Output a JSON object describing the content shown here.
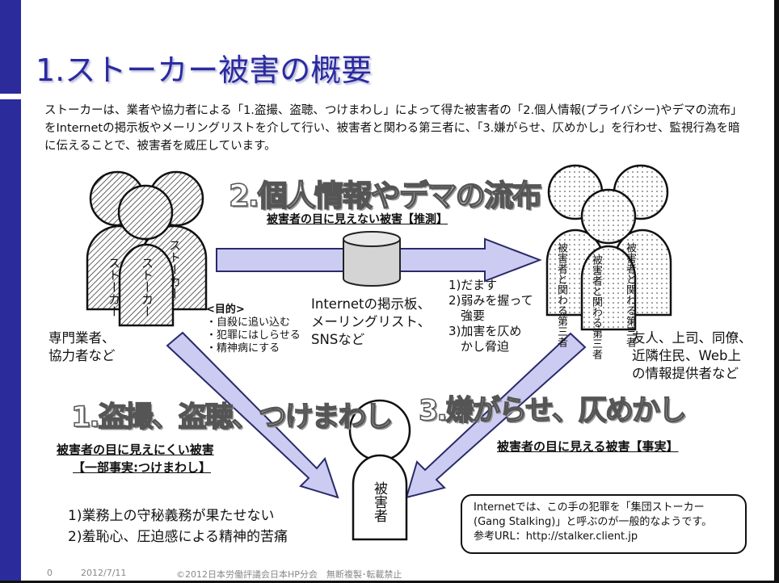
{
  "title": "1.ストーカー被害の概要",
  "intro": "ストーカーは、業者や協力者による「1.盗撮、盗聴、つけまわし」によって得た被害者の「2.個人情報(プライバシー)やデマの流布」をInternetの掲示板やメーリングリストを介して行い、被害者と関わる第三者に、「3.嫌がらせ、仄めかし」を行わせ、監視行為を暗に伝えることで、被害者を威圧しています。",
  "stalkers": {
    "figure_label": "ストーカー",
    "caption": [
      "専門業者、",
      "協力者など"
    ]
  },
  "third_parties": {
    "figure_label": "被害者と関わる第三者",
    "caption": [
      "友人、上司、同僚、",
      "近隣住民、Web上",
      "の情報提供者など"
    ]
  },
  "victim": {
    "label": "被害者"
  },
  "step2": {
    "heading": "2.個人情報やデマの流布",
    "subheading": "被害者の目に見えない被害【推測】"
  },
  "internet": {
    "lines": [
      "Internetの掲示板、",
      "メーリングリスト、",
      "SNSなど"
    ]
  },
  "purpose": {
    "heading": "<目的>",
    "items": [
      "・自殺に追い込む",
      "・犯罪にはしらせる",
      "・精神病にする"
    ]
  },
  "methods": {
    "lines": [
      "1)だます",
      "2)弱みを握って",
      "　強要",
      "3)加害を仄め",
      "　かし脅迫"
    ]
  },
  "step1": {
    "heading": "1.盗撮、盗聴、つけまわし",
    "subheading": "被害者の目に見えにくい被害",
    "subheading2": "【一部事実:つけまわし】"
  },
  "step3": {
    "heading": "3.嫌がらせ、仄めかし",
    "subheading": "被害者の目に見える被害【事実】"
  },
  "effects": [
    "1)業務上の守秘義務が果たせない",
    "2)羞恥心、圧迫感による精神的苦痛"
  ],
  "note": [
    "Internetでは、この手の犯罪を「集団ストーカー",
    "(Gang Stalking)」と呼ぶのが一般的なようです。",
    "参考URL：http://stalker.client.jp"
  ],
  "footer": {
    "page": "0",
    "date": "2012/7/11",
    "copyright": "©2012日本労働評議会日本HP分会　無断複製･転載禁止"
  },
  "colors": {
    "accent": "#2b2b9c",
    "arrow": "#ccccf2"
  }
}
